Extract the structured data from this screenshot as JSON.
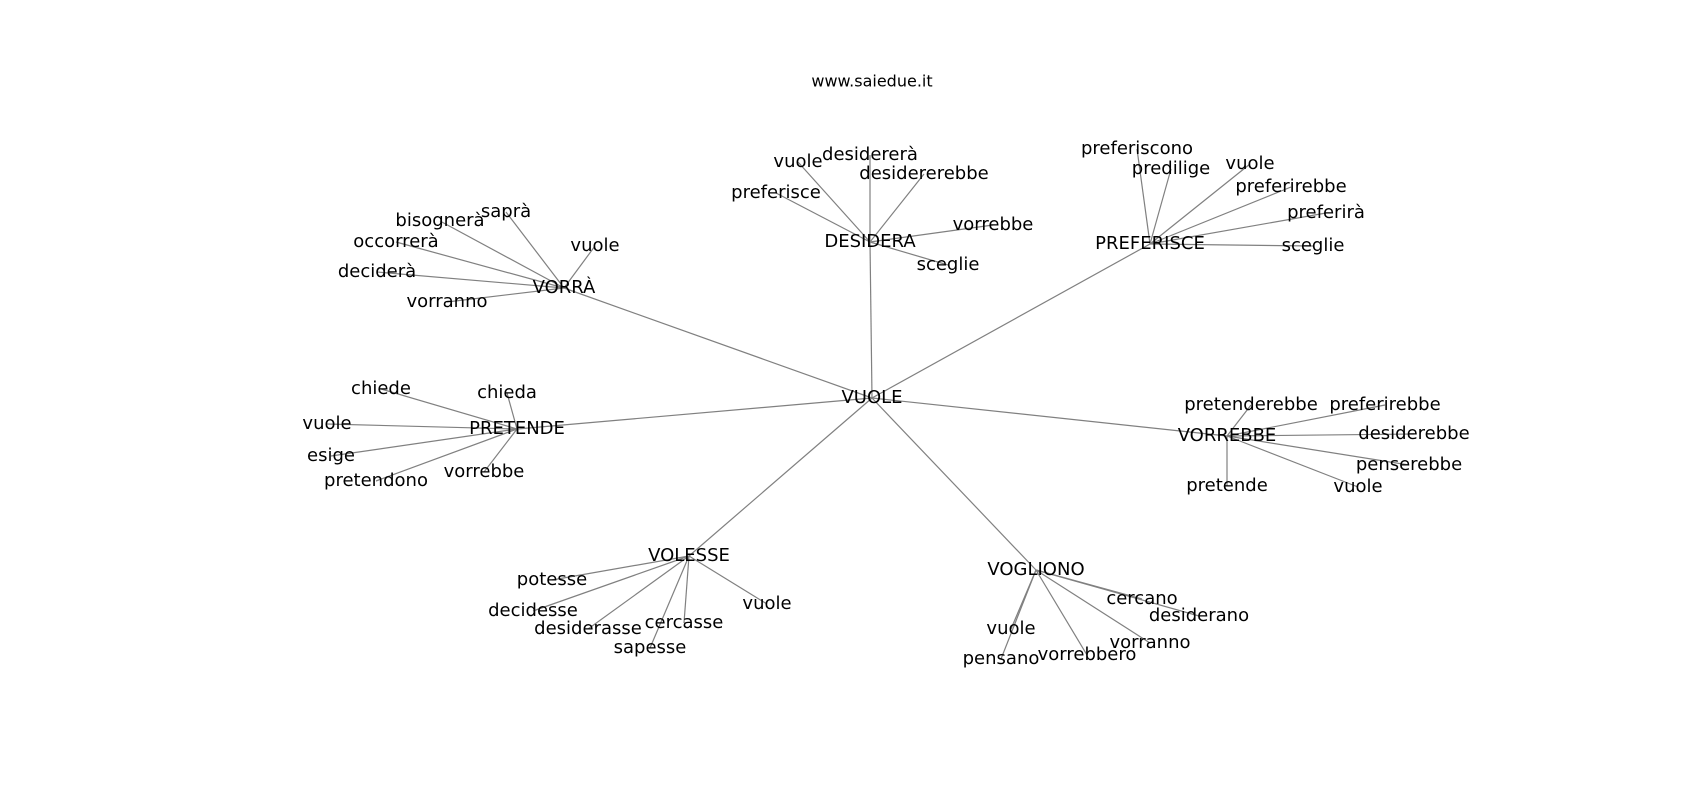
{
  "header": {
    "site_url": "www.saiedue.it"
  },
  "graph": {
    "center": "VUOLE",
    "edge_color": "#808080",
    "clusters": [
      {
        "key": "vorra",
        "label": "VORRÀ",
        "leaves": [
          "saprà",
          "bisognerà",
          "occorrerà",
          "vuole",
          "deciderà",
          "vorranno"
        ]
      },
      {
        "key": "desidera",
        "label": "DESIDERA",
        "leaves": [
          "vuole",
          "desidererà",
          "desidererebbe",
          "preferisce",
          "vorrebbe",
          "sceglie"
        ]
      },
      {
        "key": "preferisce",
        "label": "PREFERISCE",
        "leaves": [
          "preferiscono",
          "predilige",
          "vuole",
          "preferirebbe",
          "preferirà",
          "sceglie"
        ]
      },
      {
        "key": "pretende",
        "label": "PRETENDE",
        "leaves": [
          "chiede",
          "chieda",
          "vuole",
          "esige",
          "pretendono",
          "vorrebbe"
        ]
      },
      {
        "key": "vorrebbe",
        "label": "VORREBBE",
        "leaves": [
          "pretenderebbe",
          "preferirebbe",
          "desiderebbe",
          "penserebbe",
          "vuole",
          "pretende"
        ]
      },
      {
        "key": "volesse",
        "label": "VOLESSE",
        "leaves": [
          "potesse",
          "decidesse",
          "desiderasse",
          "cercasse",
          "sapesse",
          "vuole"
        ]
      },
      {
        "key": "vogliono",
        "label": "VOGLIONO",
        "leaves": [
          "cercano",
          "desiderano",
          "vorranno",
          "vorrebbero",
          "vuole",
          "pensano"
        ]
      }
    ]
  }
}
